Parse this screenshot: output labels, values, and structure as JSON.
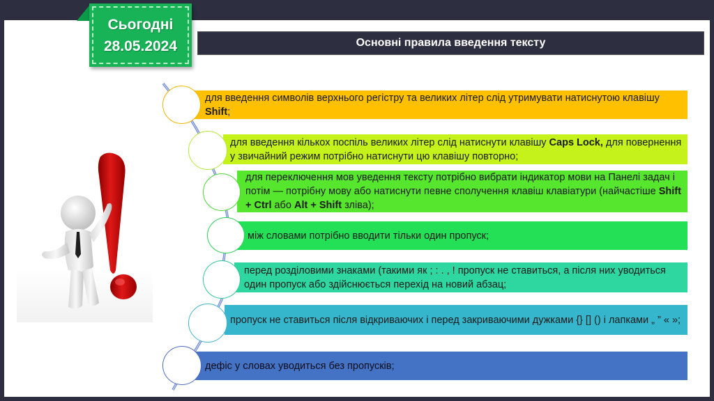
{
  "badge": {
    "line1": "Сьогодні",
    "line2": "28.05.2024",
    "color": "#17b356"
  },
  "header": {
    "title": "Основні правила введення тексту",
    "background": "#2d2f40"
  },
  "illustration": {
    "description": "3D white figure leaning on red exclamation mark",
    "icon": "exclamation-person-icon"
  },
  "rules": [
    {
      "parts": [
        {
          "text": "для введення символів верхнього регістру та великих літер слід утримувати натиснутою клавішу "
        },
        {
          "text": "Shift",
          "bold": true
        },
        {
          "text": ";"
        }
      ],
      "color": "#ffc000",
      "circle_color": "#f0b400"
    },
    {
      "parts": [
        {
          "text": "для введення кількох поспіль великих літер слід натиснути клавішу "
        },
        {
          "text": "Caps Lock,",
          "bold": true
        },
        {
          "text": " для повернення у звичайний режим потрібно натиснути цю клавішу повторно;"
        }
      ],
      "color": "#c4f21a",
      "circle_color": "#b6e83a"
    },
    {
      "parts": [
        {
          "text": "для переключення мов уведення тексту потрібно вибрати індикатор мови на Панелі задач і потім — потрібну мову або натиснути певне сполучення клавіш клавіатури (найчастіше "
        },
        {
          "text": "Shift + Ctrl",
          "bold": true
        },
        {
          "text": " або "
        },
        {
          "text": "Alt + Shift",
          "bold": true
        },
        {
          "text": " зліва);"
        }
      ],
      "color": "#56e62e",
      "circle_color": "#4fd838"
    },
    {
      "parts": [
        {
          "text": "між словами потрібно вводити тільки один пропуск;"
        }
      ],
      "color": "#23e056",
      "circle_color": "#2ccf5a"
    },
    {
      "parts": [
        {
          "text": "перед розділовими знаками (такими як ; : . , ! пропуск не ставиться, а після них уводиться один пропуск або здійснюється перехід на новий абзац;"
        }
      ],
      "color": "#2ed6a0",
      "circle_color": "#30c79a"
    },
    {
      "parts": [
        {
          "text": "пропуск не ставиться після відкриваючих і перед закриваючими дужками {} [] () і лапками „ ” « »;"
        }
      ],
      "color": "#36b6cc",
      "circle_color": "#3fb3c9"
    },
    {
      "parts": [
        {
          "text": "дефіс у словах уводиться без пропусків;"
        }
      ],
      "color": "#4472c4",
      "circle_color": "#4a6bc2"
    }
  ]
}
